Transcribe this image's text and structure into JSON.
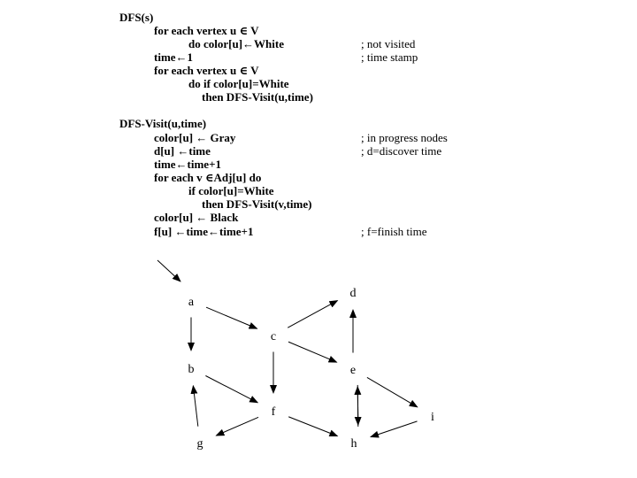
{
  "pseudocode": {
    "dfs": {
      "header": "DFS(s)",
      "lines": [
        "for each vertex u ∈ V",
        "do color[u]←White",
        "time←1",
        "for each vertex u ∈ V",
        "do if color[u]=White",
        "then DFS-Visit(u,time)"
      ],
      "comments": [
        "; not visited",
        "; time stamp"
      ]
    },
    "visit": {
      "header": "DFS-Visit(u,time)",
      "lines": [
        "color[u] ← Gray",
        "d[u] ←time",
        "time←time+1",
        "for each v ∈Adj[u] do",
        "if color[u]=White",
        "then DFS-Visit(v,time)",
        "color[u] ← Black",
        "f[u] ←time←time+1"
      ],
      "comments": [
        "; in progress nodes",
        "; d=discover time",
        "; f=finish time"
      ]
    }
  },
  "graph": {
    "nodes": [
      {
        "id": "a",
        "label": "a"
      },
      {
        "id": "b",
        "label": "b"
      },
      {
        "id": "c",
        "label": "c"
      },
      {
        "id": "d",
        "label": "d"
      },
      {
        "id": "e",
        "label": "e"
      },
      {
        "id": "f",
        "label": "f"
      },
      {
        "id": "g",
        "label": "g"
      },
      {
        "id": "h",
        "label": "h"
      },
      {
        "id": "i",
        "label": "i"
      }
    ],
    "edges": [
      {
        "from": "a",
        "to": "b"
      },
      {
        "from": "a",
        "to": "c"
      },
      {
        "from": "c",
        "to": "d"
      },
      {
        "from": "c",
        "to": "e"
      },
      {
        "from": "c",
        "to": "f"
      },
      {
        "from": "b",
        "to": "f"
      },
      {
        "from": "e",
        "to": "d"
      },
      {
        "from": "e",
        "to": "h"
      },
      {
        "from": "h",
        "to": "e"
      },
      {
        "from": "e",
        "to": "i"
      },
      {
        "from": "f",
        "to": "g"
      },
      {
        "from": "f",
        "to": "h"
      },
      {
        "from": "g",
        "to": "b"
      },
      {
        "from": "i",
        "to": "h"
      }
    ],
    "start_node": "a"
  }
}
